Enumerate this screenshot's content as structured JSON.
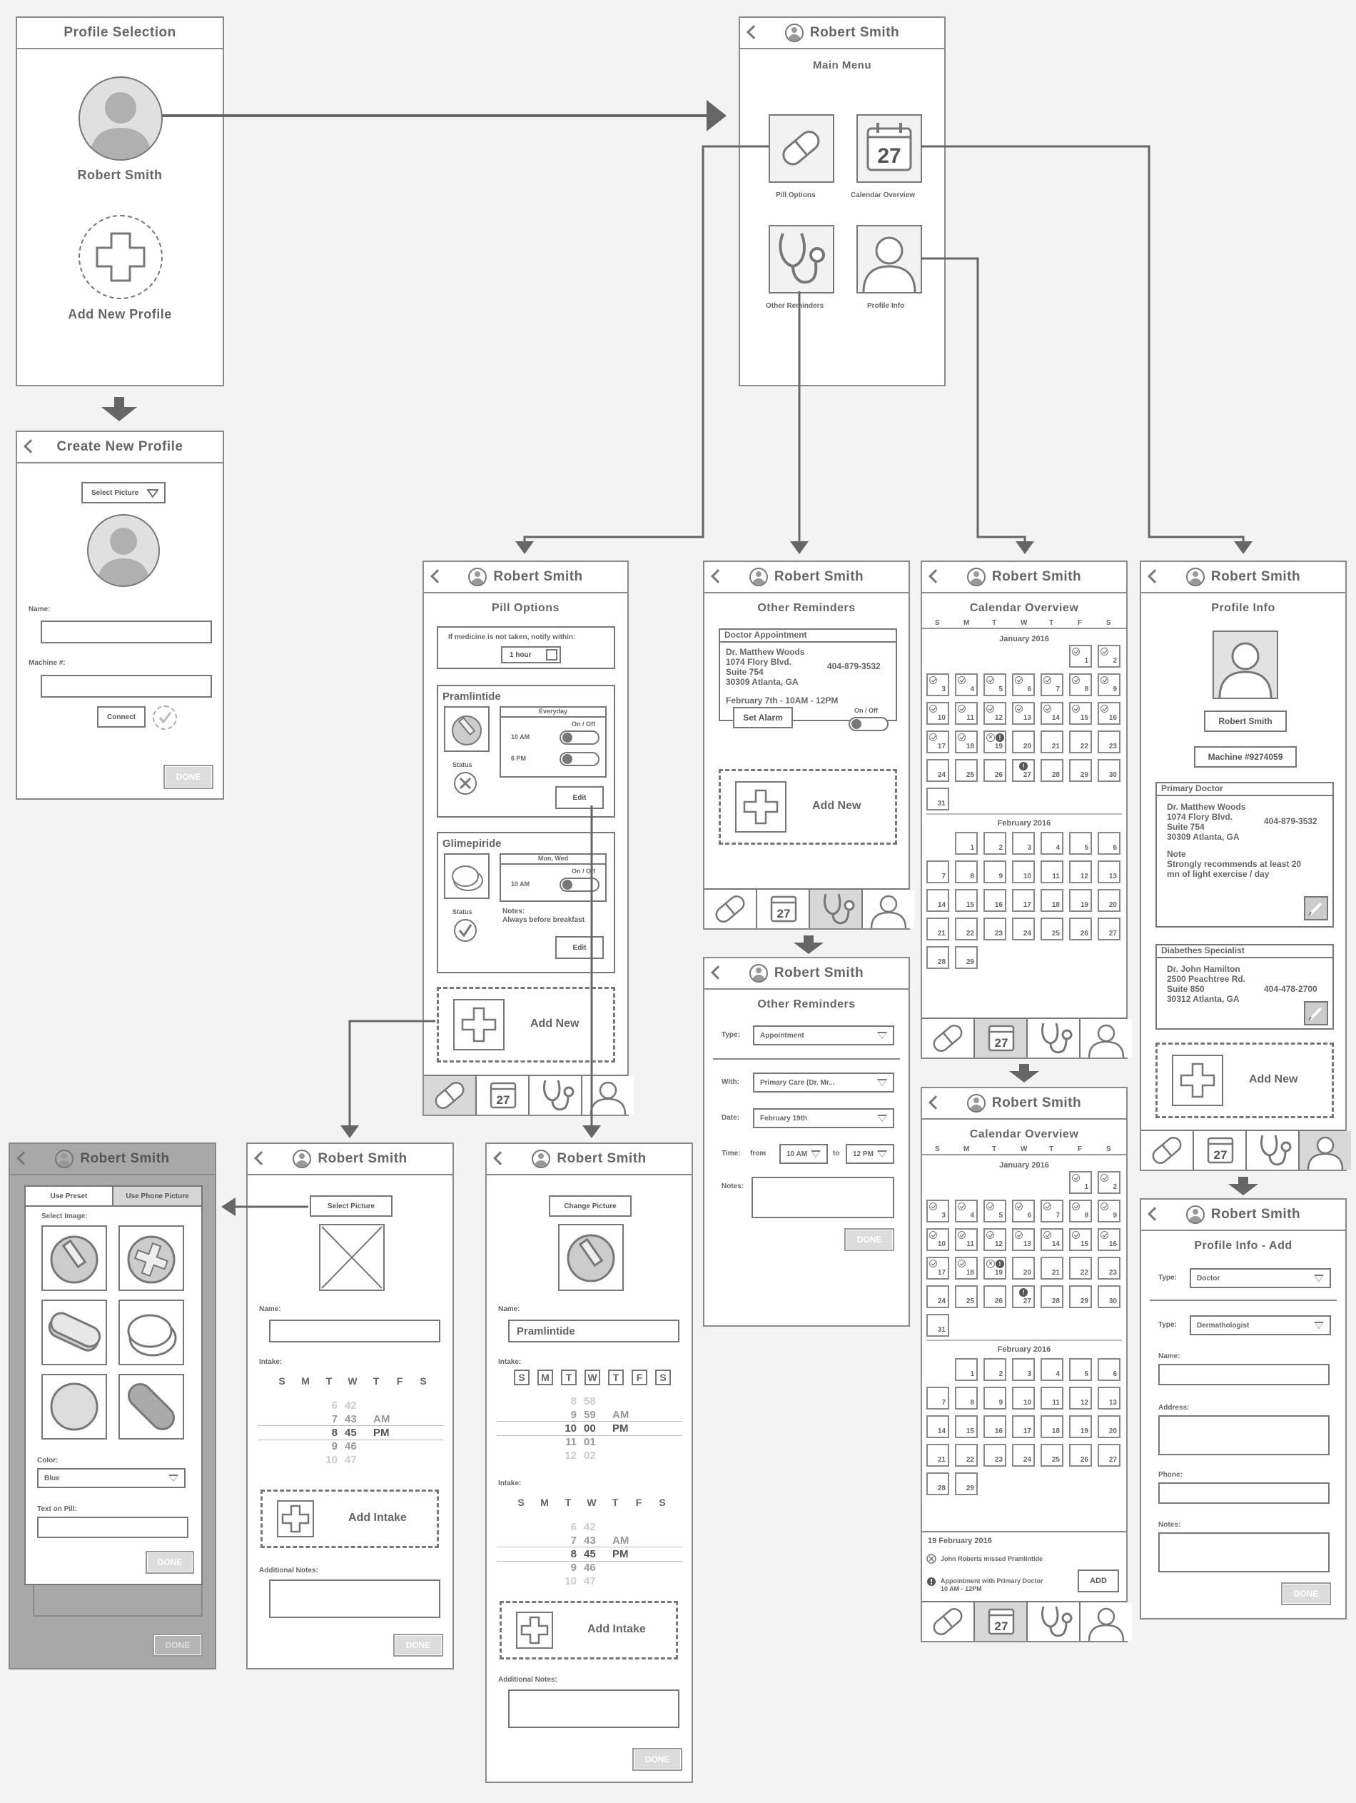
{
  "user_name": "Robert Smith",
  "profile_selection": {
    "title": "Profile Selection",
    "user": "Robert Smith",
    "add_new": "Add New Profile"
  },
  "create_profile": {
    "title": "Create New Profile",
    "select_picture": "Select Picture",
    "name_label": "Name:",
    "machine_label": "Machine #:",
    "connect": "Connect",
    "done": "DONE"
  },
  "main_menu": {
    "title": "Main Menu",
    "pill_options": "Pill Options",
    "calendar_overview": "Calendar Overview",
    "other_reminders": "Other Reminders",
    "profile_info": "Profile Info",
    "calendar_day": "27"
  },
  "pill_options": {
    "title": "Pill Options",
    "notify_label": "If medicine is not taken, notify within:",
    "notify_value": "1 hour",
    "status_label": "Status",
    "on_off": "On / Off",
    "edit": "Edit",
    "add_new": "Add New",
    "pills": [
      {
        "name": "Pramlintide",
        "schedule": "Everyday",
        "times": [
          "10 AM",
          "6 PM"
        ]
      },
      {
        "name": "Glimepiride",
        "schedule": "Mon, Wed",
        "times": [
          "10 AM"
        ],
        "notes_label": "Notes:",
        "notes": "Always before breakfast"
      }
    ]
  },
  "other_reminders": {
    "title": "Other Reminders",
    "card_title": "Doctor Appointment",
    "doctor": "Dr. Matthew Woods",
    "address": [
      "1074 Flory Blvd.",
      "Suite 754",
      "30309 Atlanta, GA"
    ],
    "phone": "404-879-3532",
    "when": "February 7th - 10AM - 12PM",
    "set_alarm": "Set Alarm",
    "on_off": "On / Off",
    "add_new": "Add New"
  },
  "reminder_add": {
    "title": "Other Reminders",
    "type_label": "Type:",
    "type_value": "Appointment",
    "with_label": "With:",
    "with_value": "Primary Care (Dr. Mr...",
    "date_label": "Date:",
    "date_value": "February 19th",
    "time_label": "Time:",
    "from": "from",
    "from_value": "10 AM",
    "to": "to",
    "to_value": "12 PM",
    "notes_label": "Notes:",
    "done": "DONE"
  },
  "calendar": {
    "title": "Calendar Overview",
    "weekdays": [
      "S",
      "M",
      "T",
      "W",
      "T",
      "F",
      "S"
    ],
    "month1": "January 2016",
    "month2": "February 2016",
    "footer_date": "19 February 2016",
    "event1": "John Roberts missed Pramlintide",
    "event2": "Appointment with Primary Doctor",
    "event2_time": "10 AM - 12PM",
    "add": "ADD"
  },
  "profile_info": {
    "title": "Profile Info",
    "name": "Robert Smith",
    "machine": "Machine #9274059",
    "primary_title": "Primary Doctor",
    "primary_doctor": "Dr. Matthew Woods",
    "primary_address": [
      "1074 Flory Blvd.",
      "Suite 754",
      "30309 Atlanta, GA"
    ],
    "primary_phone": "404-879-3532",
    "note_label": "Note",
    "note": [
      "Strongly recommends at least 20",
      "mn of light exercise / day"
    ],
    "specialist_title": "Diabethes Specialist",
    "specialist": "Dr. John Hamilton",
    "specialist_address": [
      "2500 Peachtree Rd.",
      "Suite 850",
      "30312 Atlanta, GA"
    ],
    "specialist_phone": "404-478-2700",
    "add_new": "Add New"
  },
  "profile_add": {
    "title": "Profile Info - Add",
    "type_label": "Type:",
    "type1": "Doctor",
    "type2": "Dermathologist",
    "name_label": "Name:",
    "address_label": "Address:",
    "phone_label": "Phone:",
    "notes_label": "Notes:",
    "done": "DONE"
  },
  "image_picker": {
    "tab1": "Use Preset",
    "tab2": "Use Phone Picture",
    "select_image": "Select Image:",
    "color_label": "Color:",
    "color_value": "Blue",
    "text_label": "Text on Pill:",
    "done": "DONE",
    "done_bg": "DONE"
  },
  "new_pill": {
    "select_picture": "Select Picture",
    "name_label": "Name:",
    "intake_label": "Intake:",
    "days": [
      "S",
      "M",
      "T",
      "W",
      "T",
      "F",
      "S"
    ],
    "hours": [
      "6",
      "7",
      "8",
      "9",
      "10"
    ],
    "minutes": [
      "42",
      "43",
      "45",
      "46",
      "47"
    ],
    "ampm": [
      "AM",
      "PM"
    ],
    "add_intake": "Add Intake",
    "notes_label": "Additional Notes:",
    "done": "DONE"
  },
  "edit_pill": {
    "change_picture": "Change Picture",
    "name_label": "Name:",
    "name_value": "Pramlintide",
    "intake_label": "Intake:",
    "hours1": [
      "8",
      "9",
      "10",
      "11",
      "12"
    ],
    "minutes1": [
      "58",
      "59",
      "00",
      "01",
      "02"
    ],
    "ampm1": [
      "AM",
      "PM"
    ],
    "hours2": [
      "6",
      "7",
      "8",
      "9",
      "10"
    ],
    "minutes2": [
      "42",
      "43",
      "45",
      "46",
      "47"
    ],
    "ampm2": [
      "AM",
      "PM"
    ],
    "add_intake": "Add Intake",
    "notes_label": "Additional Notes:",
    "done": "DONE"
  }
}
